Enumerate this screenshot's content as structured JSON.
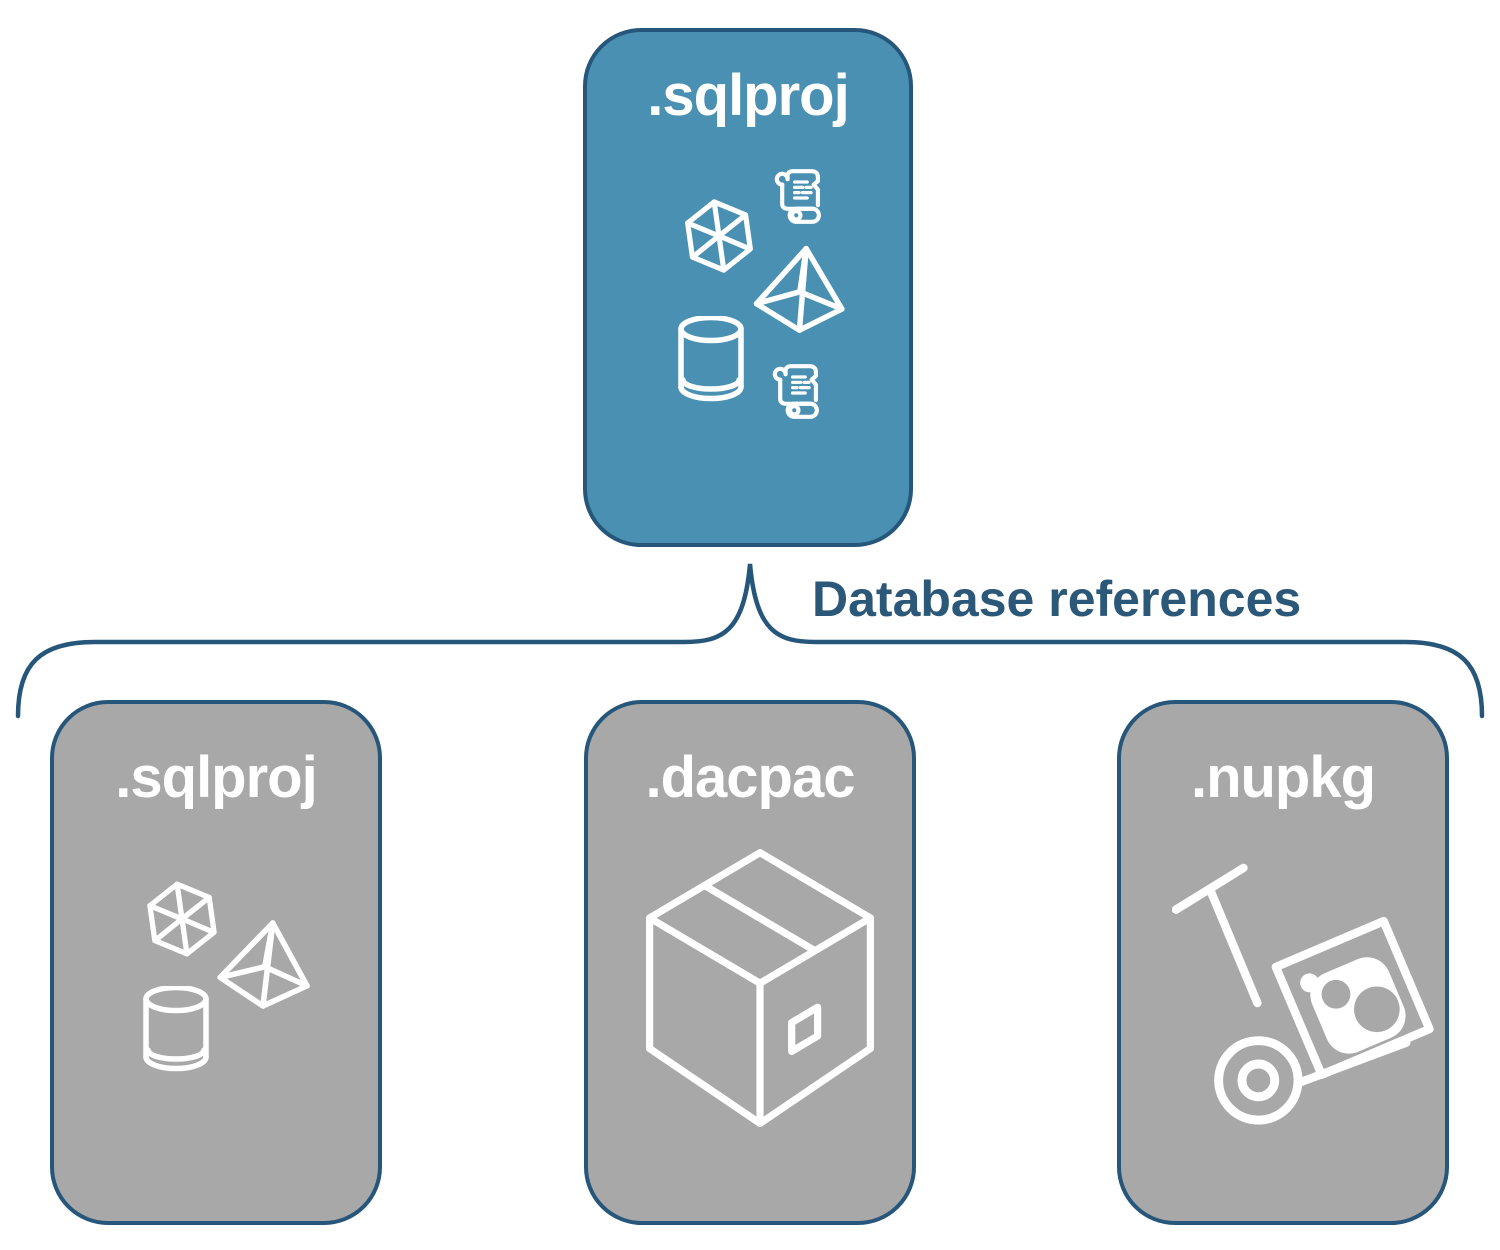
{
  "colors": {
    "accent": "#4A90B2",
    "stroke": "#27567B",
    "gray-fill": "#A8A8A8",
    "label-text": "#FFFFFF",
    "connector-text": "#2B5878",
    "background": "#FFFFFF"
  },
  "diagram": {
    "root": {
      "label": ".sqlproj",
      "icons": [
        "script-scroll-icon",
        "cube-icon",
        "pyramid-icon",
        "cylinder-icon",
        "script-scroll-icon"
      ]
    },
    "connector_label": "Database references",
    "children": [
      {
        "label": ".sqlproj",
        "icons": [
          "cube-icon",
          "pyramid-icon",
          "cylinder-icon"
        ]
      },
      {
        "label": ".dacpac",
        "icons": [
          "package-box-icon"
        ]
      },
      {
        "label": ".nupkg",
        "icons": [
          "nuget-handtruck-icon"
        ]
      }
    ]
  }
}
